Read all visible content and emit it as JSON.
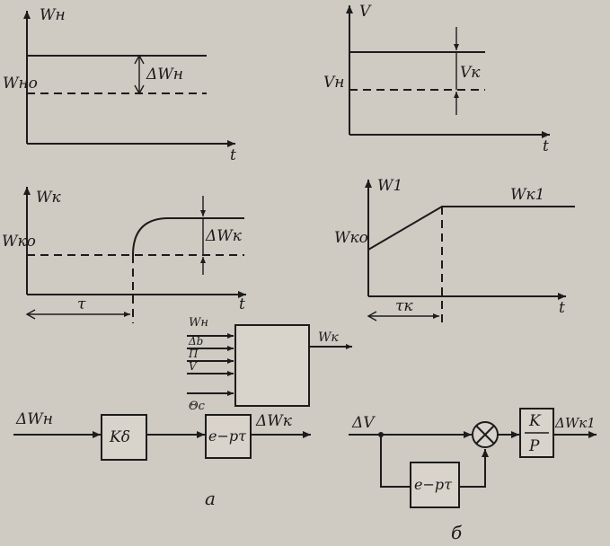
{
  "graph1": {
    "y_label": "Wн",
    "level_label": "Wно",
    "delta_label": "ΔWн",
    "x_label": "t"
  },
  "graph2": {
    "y_label": "V",
    "level_label": "Vн",
    "delta_label": "Vк",
    "x_label": "t"
  },
  "graph3": {
    "y_label": "Wк",
    "level_label": "Wко",
    "delta_label": "ΔWк",
    "x_label": "t",
    "delay_label": "τ"
  },
  "graph4": {
    "y_label": "W1",
    "level_label": "Wко",
    "final_label": "Wк1",
    "x_label": "t",
    "delay_label": "τк"
  },
  "object_block": {
    "inputs": [
      "Wн",
      "Δb",
      "П",
      "V",
      "Θс"
    ],
    "output": "Wк"
  },
  "diagram_a": {
    "input": "ΔWн",
    "gain": "Kδ",
    "delay": "e−pτ",
    "output": "ΔWк",
    "caption": "а"
  },
  "diagram_b": {
    "input": "ΔV",
    "delay": "e−pτ",
    "integrator_num": "K",
    "integrator_den": "P",
    "output": "ΔWк1",
    "caption": "б"
  }
}
